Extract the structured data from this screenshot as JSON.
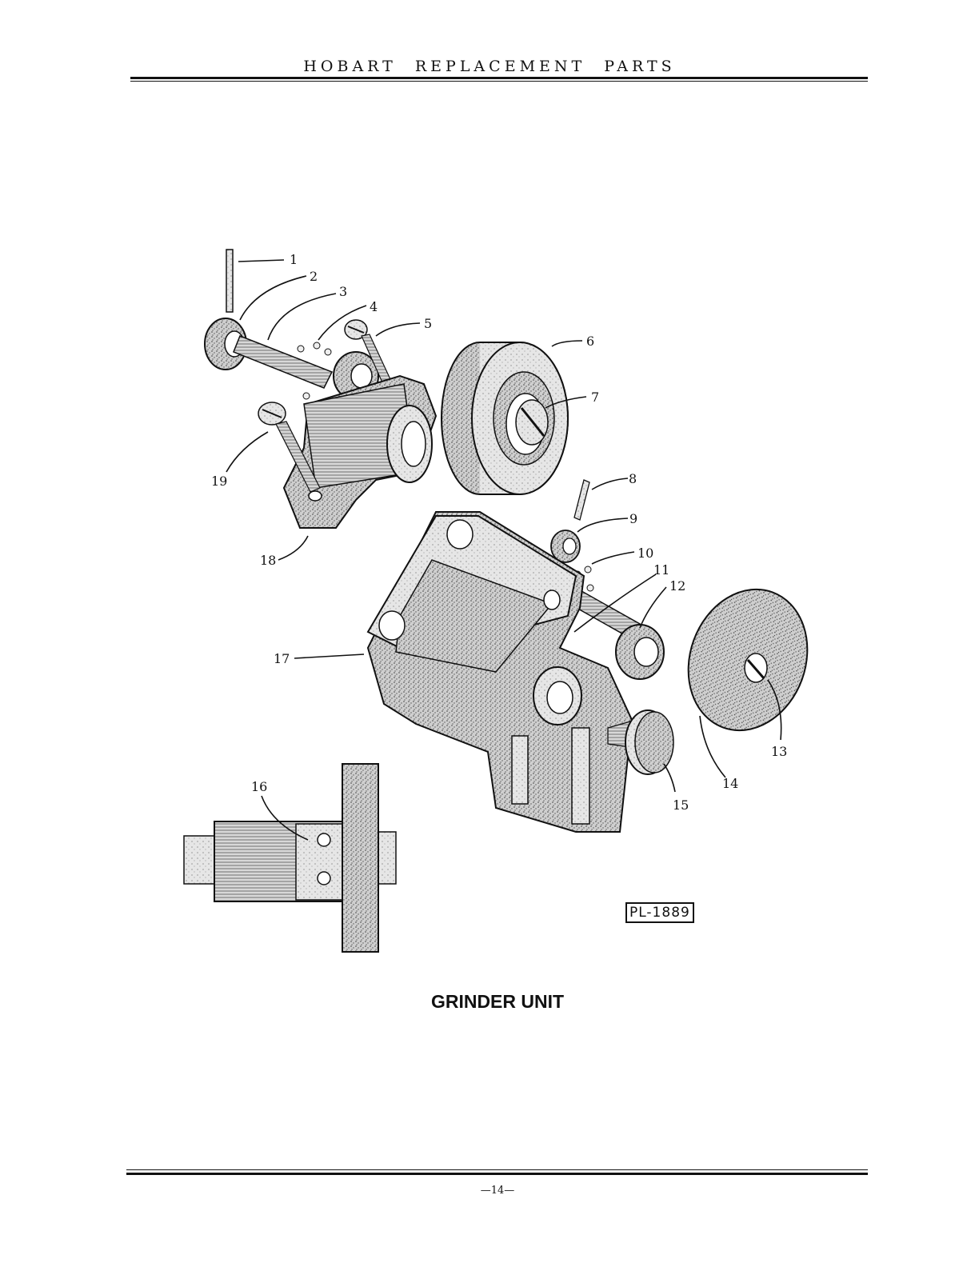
{
  "header": {
    "title": "HOBART   REPLACEMENT   PARTS"
  },
  "figure": {
    "callouts": [
      "1",
      "2",
      "3",
      "4",
      "5",
      "6",
      "7",
      "8",
      "9",
      "10",
      "11",
      "12",
      "13",
      "14",
      "15",
      "16",
      "17",
      "18",
      "19"
    ],
    "plate_number": "PL-1889"
  },
  "caption": "GRINDER UNIT",
  "footer": {
    "page_number": "—14—"
  }
}
